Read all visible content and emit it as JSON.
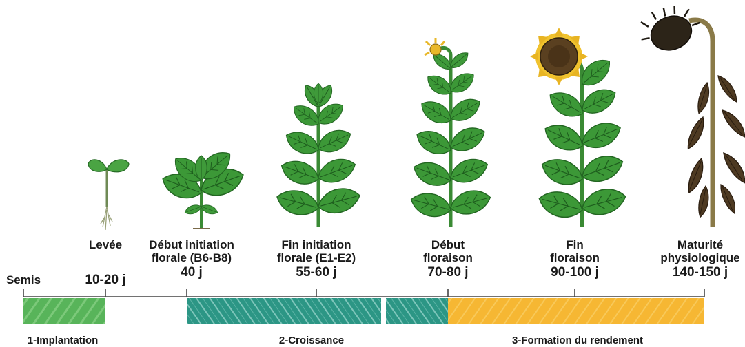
{
  "stages": [
    {
      "name": "Semis",
      "day": ""
    },
    {
      "name": "Levée",
      "day": "10-20 j"
    },
    {
      "name_line1": "Début initiation",
      "name_line2": "florale (B6-B8)",
      "day": "40 j"
    },
    {
      "name_line1": "Fin initiation",
      "name_line2": "florale (E1-E2)",
      "day": "55-60 j"
    },
    {
      "name_line1": "Début",
      "name_line2": "floraison",
      "day": "70-80 j"
    },
    {
      "name_line1": "Fin",
      "name_line2": "floraison",
      "day": "90-100 j"
    },
    {
      "name_line1": "Maturité",
      "name_line2": "physiologique",
      "day": "140-150 j"
    }
  ],
  "phases": [
    {
      "label": "1-Implantation",
      "color": "#5cb85c"
    },
    {
      "label": "2-Croissance",
      "color": "#2e9a8a"
    },
    {
      "label": "3-Formation du rendement",
      "color": "#f5b532"
    }
  ],
  "icons": [
    "seedling-icon",
    "young-plant-icon",
    "sunflower-stem-icon",
    "sunflower-budding-icon",
    "sunflower-blooming-icon",
    "sunflower-mature-icon"
  ]
}
